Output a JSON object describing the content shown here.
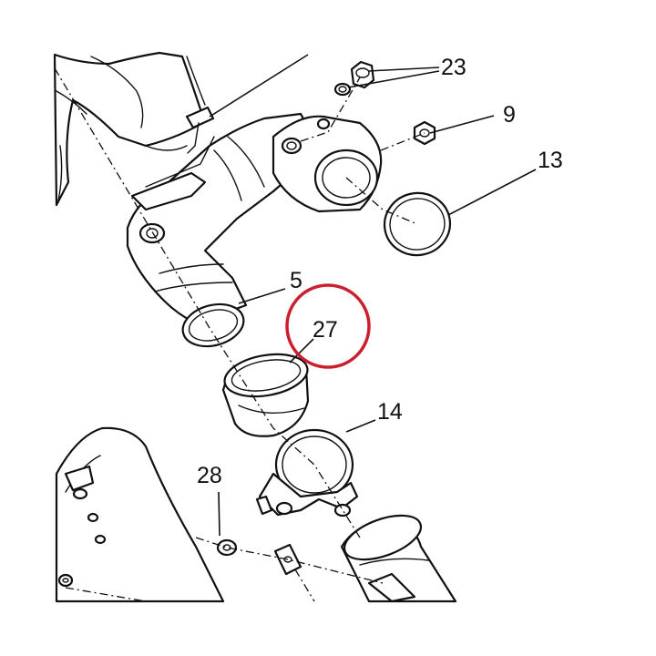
{
  "callouts": {
    "c23": "23",
    "c9": "9",
    "c13": "13",
    "c5": "5",
    "c27": "27",
    "c14": "14",
    "c28": "28"
  },
  "highlight": {
    "label": "27",
    "color": "#cc1f2e"
  },
  "colors": {
    "line": "#111111",
    "background": "#ffffff"
  }
}
